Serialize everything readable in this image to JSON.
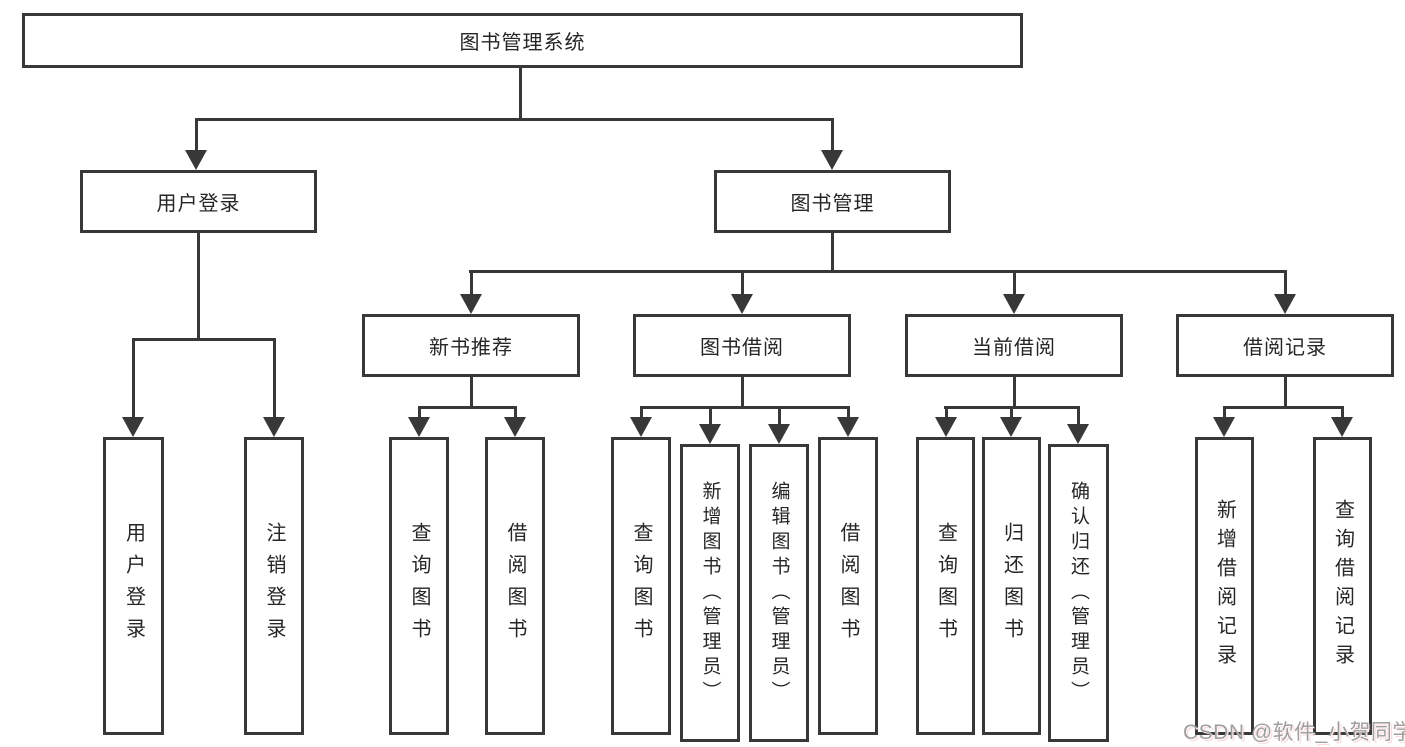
{
  "tree": {
    "root": "图书管理系统",
    "branches": [
      {
        "label": "用户登录",
        "children": [
          "用户登录",
          "注销登录"
        ]
      },
      {
        "label": "图书管理",
        "sections": [
          {
            "label": "新书推荐",
            "children": [
              "查询图书",
              "借阅图书"
            ]
          },
          {
            "label": "图书借阅",
            "children": [
              "查询图书",
              "新增图书（管理员）",
              "编辑图书（管理员）",
              "借阅图书"
            ]
          },
          {
            "label": "当前借阅",
            "children": [
              "查询图书",
              "归还图书",
              "确认归还（管理员）"
            ]
          },
          {
            "label": "借阅记录",
            "children": [
              "新增借阅记录",
              "查询借阅记录"
            ]
          }
        ]
      }
    ]
  },
  "watermark": {
    "text": "CSDN @软件_小贺同学"
  },
  "colors": {
    "line": "#383838",
    "text": "#262626",
    "watermark": "#9f9f9f",
    "bg": "#ffffff"
  }
}
